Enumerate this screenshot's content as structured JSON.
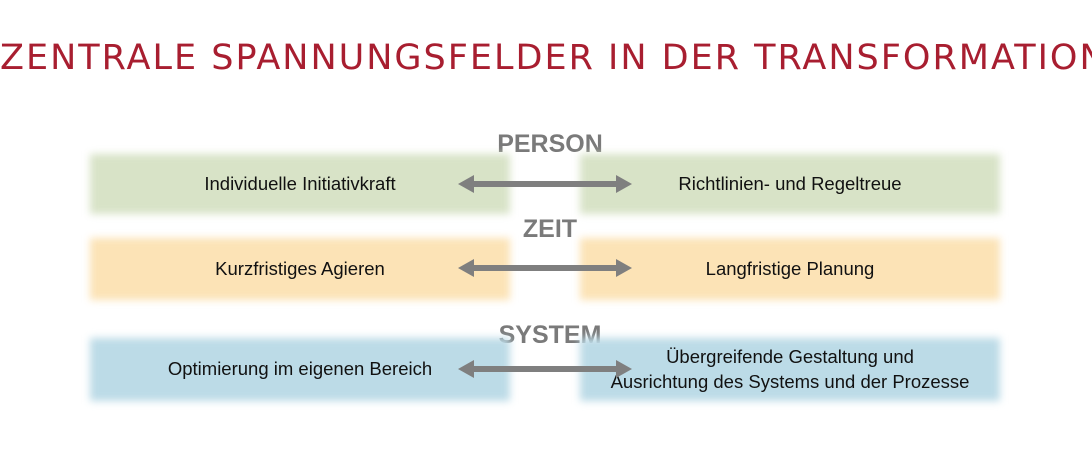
{
  "title": "ZENTRALE SPANNUNGSFELDER IN DER TRANSFORMATION",
  "colors": {
    "title": "#a81e30",
    "label": "#7a7a7a",
    "arrow": "#7f7f7f",
    "green": "#d8e3c7",
    "orange": "#fce3b6",
    "blue": "#bcdbe7"
  },
  "rows": [
    {
      "label": "PERSON",
      "left": "Individuelle Initiativkraft",
      "right": "Richtlinien- und Regeltreue",
      "arrow_icon": "double-arrow-icon"
    },
    {
      "label": "ZEIT",
      "left": "Kurzfristiges Agieren",
      "right": "Langfristige Planung",
      "arrow_icon": "double-arrow-icon"
    },
    {
      "label": "SYSTEM",
      "left": "Optimierung im eigenen Bereich",
      "right_line1": "Übergreifende Gestaltung und",
      "right_line2": "Ausrichtung des Systems und der Prozesse",
      "arrow_icon": "double-arrow-icon"
    }
  ]
}
